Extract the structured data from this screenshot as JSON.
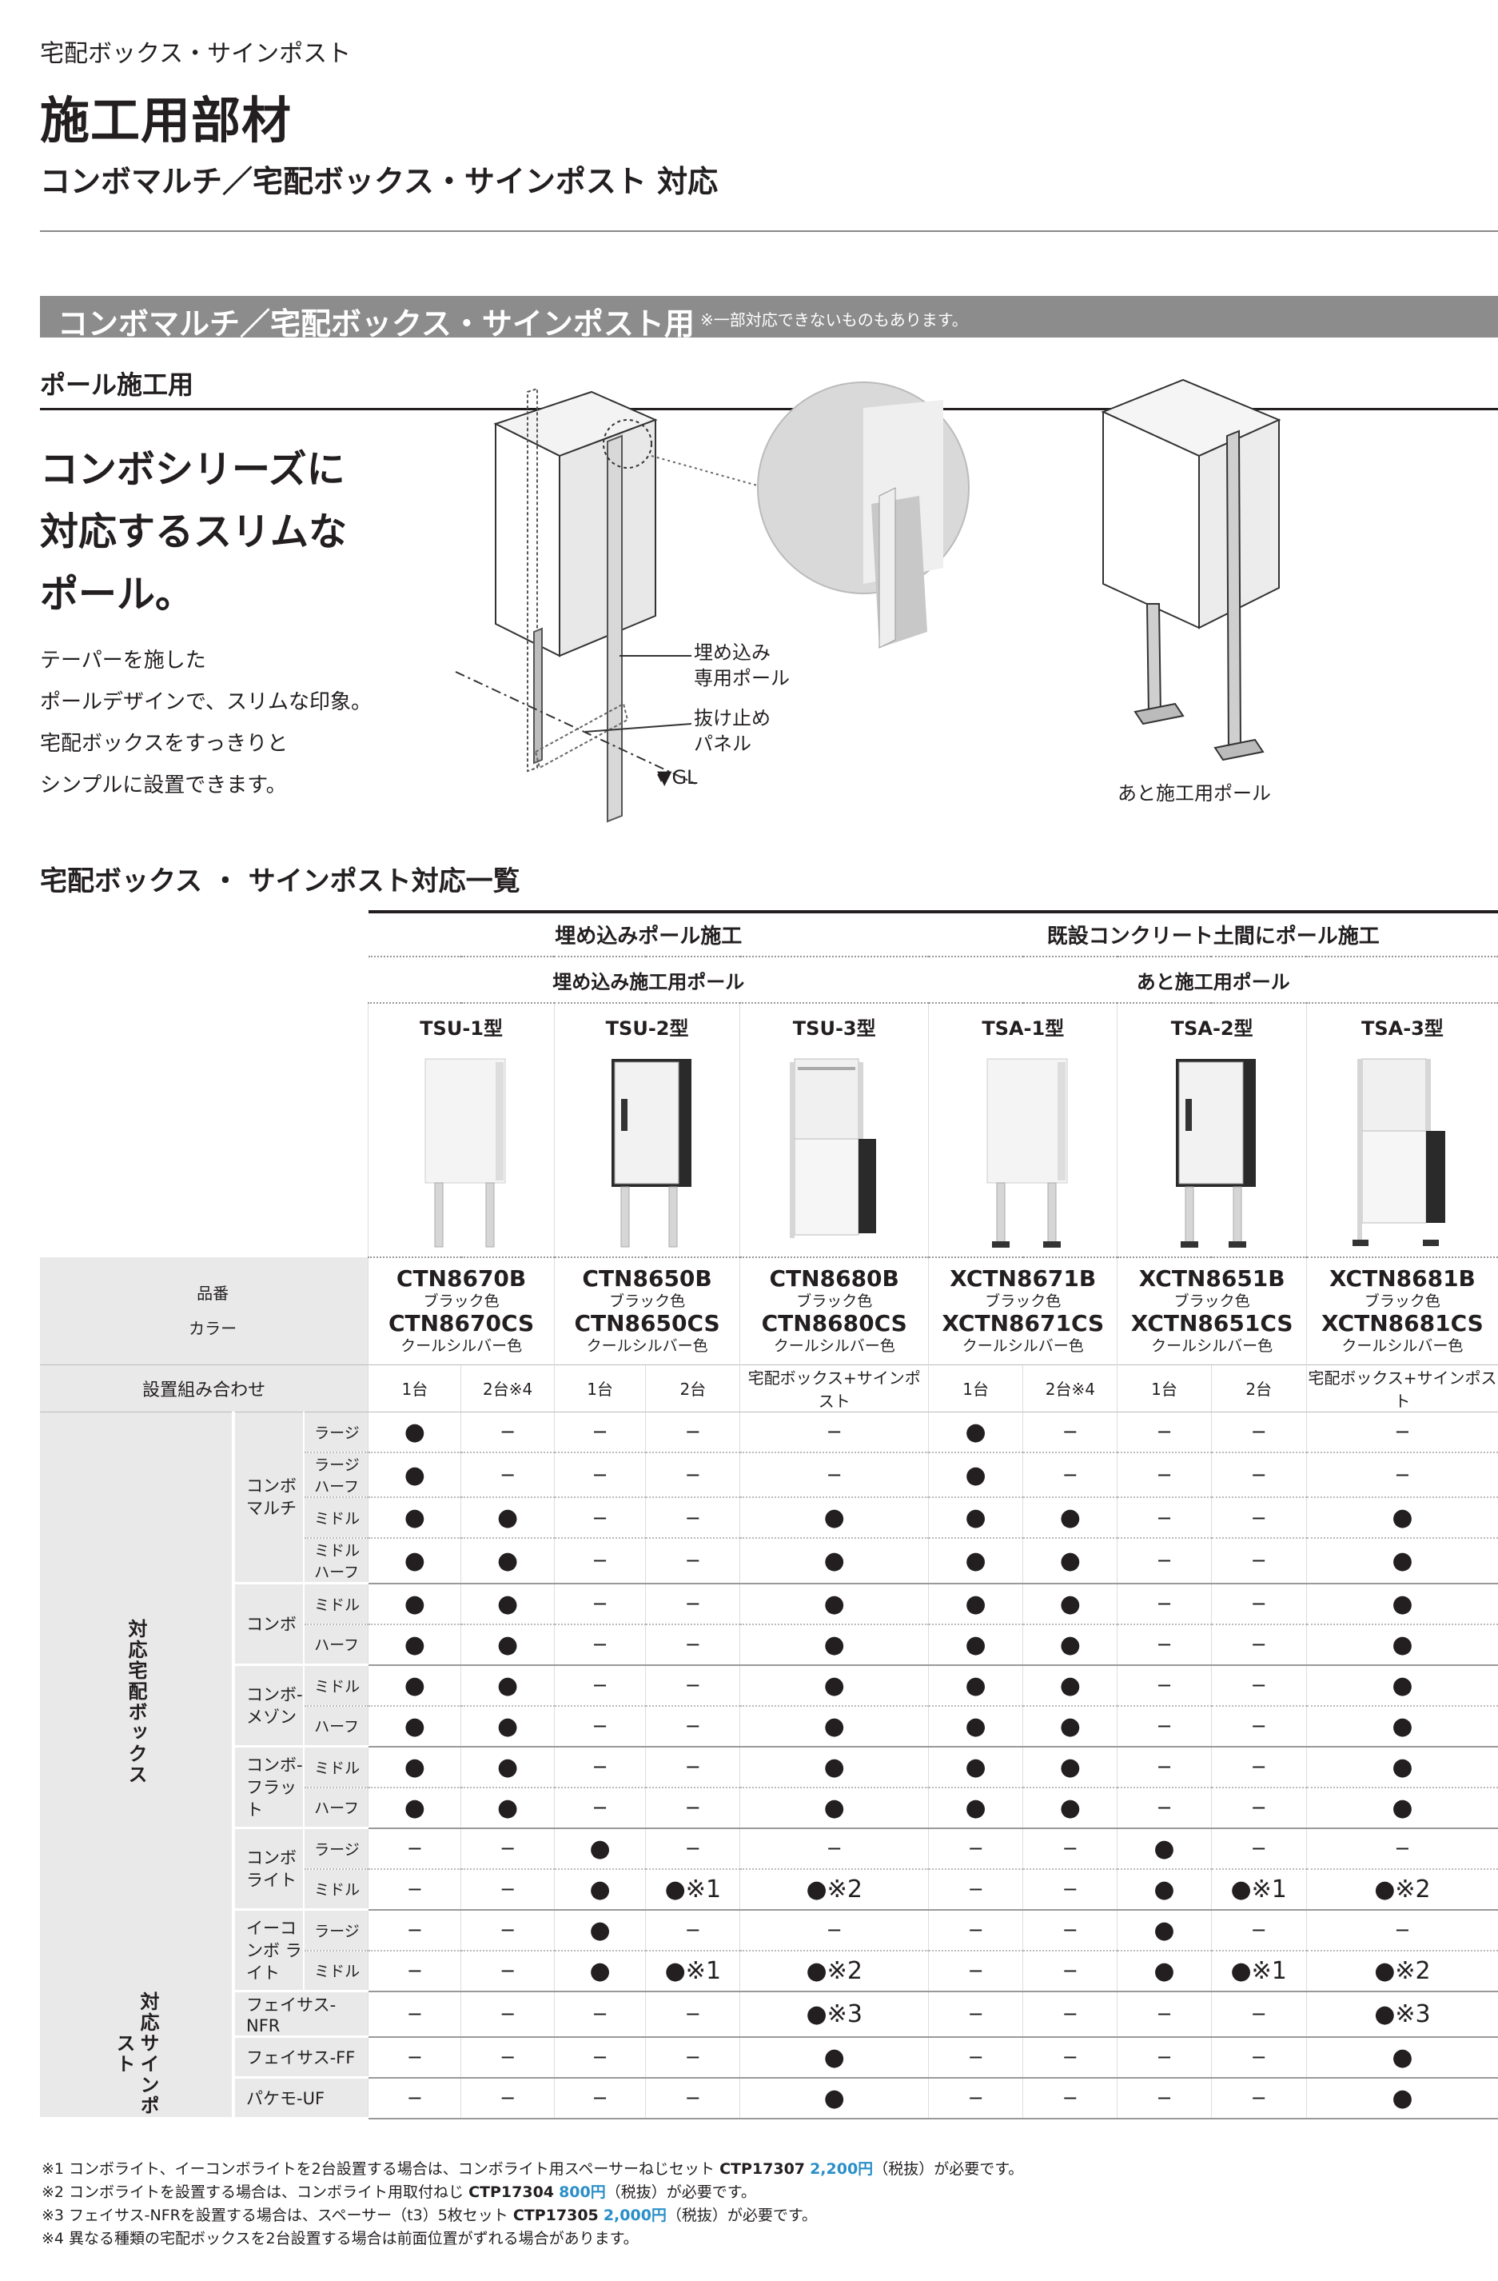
{
  "header": {
    "category": "宅配ボックス・サインポスト",
    "title": "施工用部材",
    "subtitle": "コンボマルチ／宅配ボックス・サインポスト 対応"
  },
  "section": {
    "band_title": "コンボマルチ／宅配ボックス・サインポスト用",
    "band_note": "※一部対応できないものもあります。",
    "pole_heading": "ポール施工用",
    "catch": [
      "コンボシリーズに",
      "対応するスリムな",
      "ポール。"
    ],
    "description": [
      "テーパーを施した",
      "ポールデザインで、スリムな印象。",
      "宅配ボックスをすっきりと",
      "シンプルに設置できます。"
    ],
    "callouts": {
      "embedded_pole": [
        "埋め込み",
        "専用ポール"
      ],
      "stop_panel": [
        "抜け止め",
        "パネル"
      ],
      "gl": "▼GL",
      "after_pole": "あと施工用ポール"
    }
  },
  "list": {
    "heading": "宅配ボックス ・ サインポスト対応一覧",
    "group_a": "埋め込みポール施工",
    "group_a_sub": "埋め込み施工用ポール",
    "group_b": "既設コンクリート土間にポール施工",
    "group_b_sub": "あと施工用ポール",
    "label_code": "品番",
    "label_color": "カラー",
    "label_comb": "設置組み合わせ",
    "models": [
      {
        "name": "TSU-1型",
        "code1": "CTN8670B",
        "color1": "ブラック色",
        "code2": "CTN8670CS",
        "color2": "クールシルバー色"
      },
      {
        "name": "TSU-2型",
        "code1": "CTN8650B",
        "color1": "ブラック色",
        "code2": "CTN8650CS",
        "color2": "クールシルバー色"
      },
      {
        "name": "TSU-3型",
        "code1": "CTN8680B",
        "color1": "ブラック色",
        "code2": "CTN8680CS",
        "color2": "クールシルバー色"
      },
      {
        "name": "TSA-1型",
        "code1": "XCTN8671B",
        "color1": "ブラック色",
        "code2": "XCTN8671CS",
        "color2": "クールシルバー色"
      },
      {
        "name": "TSA-2型",
        "code1": "XCTN8651B",
        "color1": "ブラック色",
        "code2": "XCTN8651CS",
        "color2": "クールシルバー色"
      },
      {
        "name": "TSA-3型",
        "code1": "XCTN8681B",
        "color1": "ブラック色",
        "code2": "XCTN8681CS",
        "color2": "クールシルバー色"
      }
    ],
    "combos": [
      "1台",
      "2台※4",
      "1台",
      "2台",
      "宅配ボックス+サインポスト",
      "1台",
      "2台※4",
      "1台",
      "2台",
      "宅配ボックス+サインポスト"
    ],
    "side_box": "対応宅配ボックス",
    "side_sign": "対応サインポスト",
    "groups": {
      "multi": "コンボ マルチ",
      "combo": "コンボ",
      "meson": "コンボ- メゾン",
      "flat": "コンボ- フラット",
      "light": "コンボ ライト",
      "elight": "イーコンボ ライト"
    },
    "rows": [
      {
        "sub": "ラージ",
        "cells": [
          "●",
          "−",
          "−",
          "−",
          "−",
          "●",
          "−",
          "−",
          "−",
          "−"
        ]
      },
      {
        "sub": "ラージハーフ",
        "cells": [
          "●",
          "−",
          "−",
          "−",
          "−",
          "●",
          "−",
          "−",
          "−",
          "−"
        ]
      },
      {
        "sub": "ミドル",
        "cells": [
          "●",
          "●",
          "−",
          "−",
          "●",
          "●",
          "●",
          "−",
          "−",
          "●"
        ]
      },
      {
        "sub": "ミドルハーフ",
        "cells": [
          "●",
          "●",
          "−",
          "−",
          "●",
          "●",
          "●",
          "−",
          "−",
          "●"
        ]
      },
      {
        "sub": "ミドル",
        "cells": [
          "●",
          "●",
          "−",
          "−",
          "●",
          "●",
          "●",
          "−",
          "−",
          "●"
        ]
      },
      {
        "sub": "ハーフ",
        "cells": [
          "●",
          "●",
          "−",
          "−",
          "●",
          "●",
          "●",
          "−",
          "−",
          "●"
        ]
      },
      {
        "sub": "ミドル",
        "cells": [
          "●",
          "●",
          "−",
          "−",
          "●",
          "●",
          "●",
          "−",
          "−",
          "●"
        ]
      },
      {
        "sub": "ハーフ",
        "cells": [
          "●",
          "●",
          "−",
          "−",
          "●",
          "●",
          "●",
          "−",
          "−",
          "●"
        ]
      },
      {
        "sub": "ミドル",
        "cells": [
          "●",
          "●",
          "−",
          "−",
          "●",
          "●",
          "●",
          "−",
          "−",
          "●"
        ]
      },
      {
        "sub": "ハーフ",
        "cells": [
          "●",
          "●",
          "−",
          "−",
          "●",
          "●",
          "●",
          "−",
          "−",
          "●"
        ]
      },
      {
        "sub": "ラージ",
        "cells": [
          "−",
          "−",
          "●",
          "−",
          "−",
          "−",
          "−",
          "●",
          "−",
          "−"
        ]
      },
      {
        "sub": "ミドル",
        "cells": [
          "−",
          "−",
          "●",
          "●※1",
          "●※2",
          "−",
          "−",
          "●",
          "●※1",
          "●※2"
        ]
      },
      {
        "sub": "ラージ",
        "cells": [
          "−",
          "−",
          "●",
          "−",
          "−",
          "−",
          "−",
          "●",
          "−",
          "−"
        ]
      },
      {
        "sub": "ミドル",
        "cells": [
          "−",
          "−",
          "●",
          "●※1",
          "●※2",
          "−",
          "−",
          "●",
          "●※1",
          "●※2"
        ]
      },
      {
        "sub": "フェイサス-NFR",
        "cells": [
          "−",
          "−",
          "−",
          "−",
          "●※3",
          "−",
          "−",
          "−",
          "−",
          "●※3"
        ]
      },
      {
        "sub": "フェイサス-FF",
        "cells": [
          "−",
          "−",
          "−",
          "−",
          "●",
          "−",
          "−",
          "−",
          "−",
          "●"
        ]
      },
      {
        "sub": "パケモ-UF",
        "cells": [
          "−",
          "−",
          "−",
          "−",
          "●",
          "−",
          "−",
          "−",
          "−",
          "●"
        ]
      }
    ]
  },
  "notes": [
    {
      "pre": "※1 コンボライト、イーコンボライトを2台設置する場合は、コンボライト用スペーサーねじセット ",
      "code": "CTP17307",
      "price": "2,200円",
      "post": "（税抜）が必要です。"
    },
    {
      "pre": "※2 コンボライトを設置する場合は、コンボライト用取付ねじ ",
      "code": "CTP17304",
      "price": "800円",
      "post": "（税抜）が必要です。"
    },
    {
      "pre": "※3 フェイサス-NFRを設置する場合は、スペーサー（t3）5枚セット ",
      "code": "CTP17305",
      "price": "2,000円",
      "post": "（税抜）が必要です。"
    },
    {
      "pre": "※4 異なる種類の宅配ボックスを2台設置する場合は前面位置がずれる場合があります。",
      "code": "",
      "price": "",
      "post": ""
    }
  ]
}
